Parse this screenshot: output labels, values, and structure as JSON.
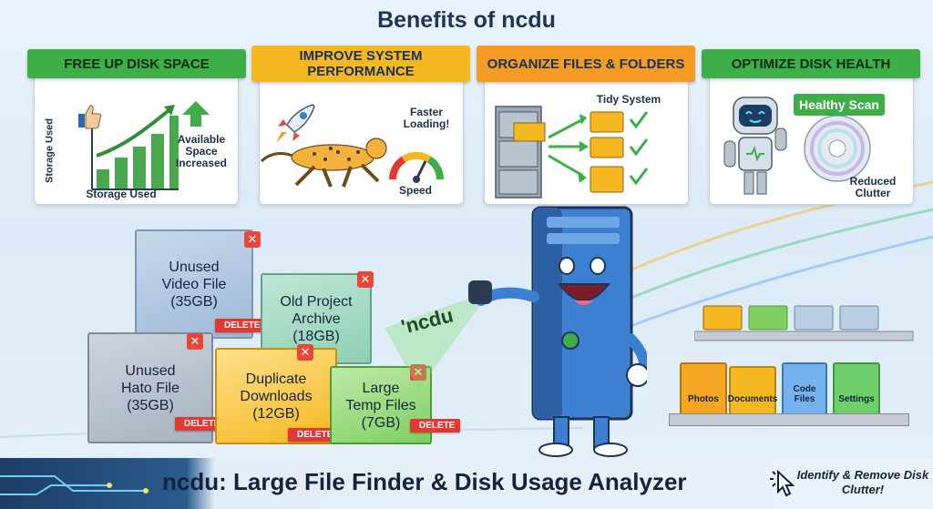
{
  "page_title": "Benefits of ncdu",
  "cards": {
    "disk": {
      "ribbon": "FREE UP DISK SPACE",
      "ylabel": "Storage Used",
      "xlabel": "Storage Used",
      "note": "Available Space Increased"
    },
    "perf": {
      "ribbon": "IMPROVE SYSTEM PERFORMANCE",
      "loading": "Faster Loading!",
      "speed": "Speed"
    },
    "org": {
      "ribbon": "ORGANIZE FILES & FOLDERS",
      "tidy": "Tidy System"
    },
    "health": {
      "ribbon": "OPTIMIZE DISK HEALTH",
      "scan": "Healthy Scan",
      "reduced": "Reduced Clutter"
    }
  },
  "files": {
    "video": {
      "name": "Unused Video File",
      "size": "(35GB)"
    },
    "project": {
      "name": "Old Project Archive",
      "size": "(18GB)"
    },
    "hato": {
      "name": "Unused Hato File",
      "size": "(35GB)"
    },
    "dupes": {
      "name": "Duplicate Downloads",
      "size": "(12GB)"
    },
    "temp": {
      "name": "Large Temp Files",
      "size": "(7GB)"
    },
    "delete_label": "DELETE"
  },
  "scanner_label": "'ncdu",
  "folders": [
    "Photos",
    "Documents",
    "Code Files",
    "Settings"
  ],
  "footer": {
    "title": "ncdu: Large File Finder & Disk Usage Analyzer",
    "tagline": "Identify & Remove Disk Clutter!"
  },
  "colors": {
    "green": "#3dae48",
    "yellow": "#f5b821",
    "orange": "#f59a22",
    "accent_red": "#e23a33",
    "navy": "#1e3557"
  }
}
